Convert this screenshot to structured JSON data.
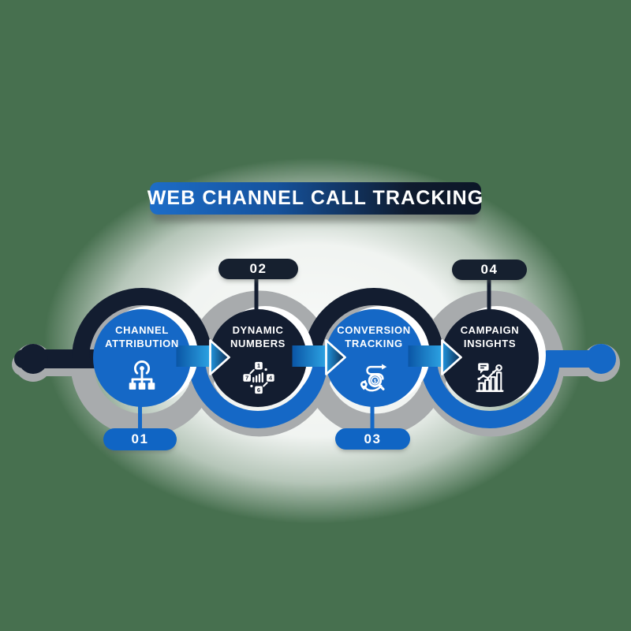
{
  "title": {
    "text": "WEB CHANNEL CALL TRACKING"
  },
  "steps": [
    {
      "number": "01",
      "label_line1": "CHANNEL",
      "label_line2": "ATTRIBUTION",
      "icon": "attribution-network-icon",
      "theme": "blue",
      "badge_position": "below"
    },
    {
      "number": "02",
      "label_line1": "DYNAMIC",
      "label_line2": "NUMBERS",
      "icon": "dynamic-numbers-icon",
      "theme": "navy",
      "badge_position": "above",
      "icon_digits": [
        "1",
        "7",
        "4",
        "6"
      ]
    },
    {
      "number": "03",
      "label_line1": "CONVERSION",
      "label_line2": "TRACKING",
      "icon": "conversion-tracking-icon",
      "theme": "blue",
      "badge_position": "below",
      "icon_symbol": "$"
    },
    {
      "number": "04",
      "label_line1": "CAMPAIGN",
      "label_line2": "INSIGHTS",
      "icon": "campaign-insights-icon",
      "theme": "navy",
      "badge_position": "above"
    }
  ],
  "colors": {
    "blue": "#1568C6",
    "navy": "#131D30",
    "shadow_gray": "#A8ABAD",
    "background_green": "#47704F",
    "arrow_gradient_start": "#0A55A5",
    "arrow_gradient_end": "#2EA7E6",
    "text": "#FFFFFF"
  }
}
